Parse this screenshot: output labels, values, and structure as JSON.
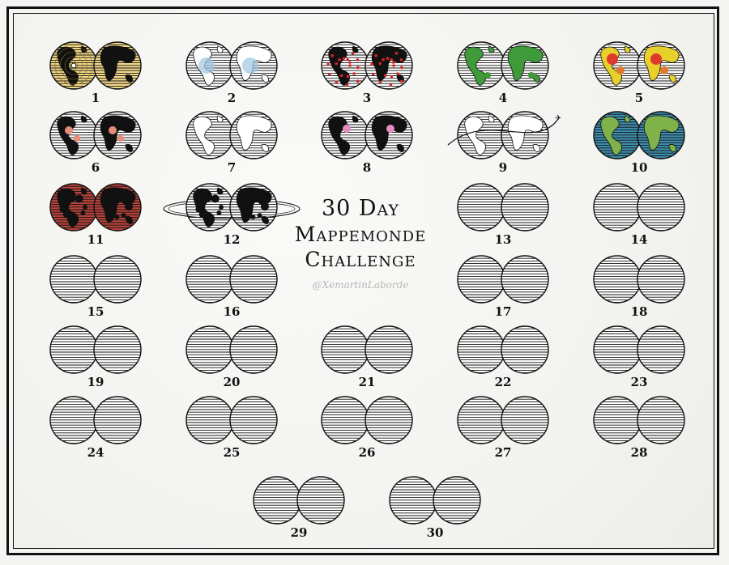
{
  "title": {
    "line1": "30 Day",
    "line2": "Mappemonde",
    "line3": "Challenge"
  },
  "handle": "@XemartinLaborde",
  "days": [
    {
      "num": "1",
      "style": "azimuthal",
      "filled": true
    },
    {
      "num": "2",
      "style": "ice",
      "filled": true
    },
    {
      "num": "3",
      "style": "redpoints",
      "filled": true
    },
    {
      "num": "4",
      "style": "green",
      "filled": true
    },
    {
      "num": "5",
      "style": "heat",
      "filled": true
    },
    {
      "num": "6",
      "style": "salmon",
      "filled": true
    },
    {
      "num": "7",
      "style": "blue",
      "filled": true
    },
    {
      "num": "8",
      "style": "pink",
      "filled": true
    },
    {
      "num": "9",
      "style": "flight",
      "filled": true
    },
    {
      "num": "10",
      "style": "ocean",
      "filled": true
    },
    {
      "num": "11",
      "style": "mars",
      "filled": true
    },
    {
      "num": "12",
      "style": "saturn",
      "filled": true
    },
    {
      "num": "13",
      "style": "empty",
      "filled": false
    },
    {
      "num": "14",
      "style": "empty",
      "filled": false
    },
    {
      "num": "15",
      "style": "empty",
      "filled": false
    },
    {
      "num": "16",
      "style": "empty",
      "filled": false
    },
    {
      "num": "17",
      "style": "empty",
      "filled": false
    },
    {
      "num": "18",
      "style": "empty",
      "filled": false
    },
    {
      "num": "19",
      "style": "empty",
      "filled": false
    },
    {
      "num": "20",
      "style": "empty",
      "filled": false
    },
    {
      "num": "21",
      "style": "empty",
      "filled": false
    },
    {
      "num": "22",
      "style": "empty",
      "filled": false
    },
    {
      "num": "23",
      "style": "empty",
      "filled": false
    },
    {
      "num": "24",
      "style": "empty",
      "filled": false
    },
    {
      "num": "25",
      "style": "empty",
      "filled": false
    },
    {
      "num": "26",
      "style": "empty",
      "filled": false
    },
    {
      "num": "27",
      "style": "empty",
      "filled": false
    },
    {
      "num": "28",
      "style": "empty",
      "filled": false
    },
    {
      "num": "29",
      "style": "empty",
      "filled": false
    },
    {
      "num": "30",
      "style": "empty",
      "filled": false
    }
  ],
  "colors": {
    "ink": "#111111",
    "azimuthal": "#f3d98a",
    "redpoints": "#d8262a",
    "green": "#3f9b3a",
    "heat": "#e8d02a",
    "salmon": "#e88b7a",
    "ice": "#9cc8e0",
    "pink": "#e58cc0",
    "ocean": "#3f8fb0",
    "mars": "#b8433c"
  }
}
